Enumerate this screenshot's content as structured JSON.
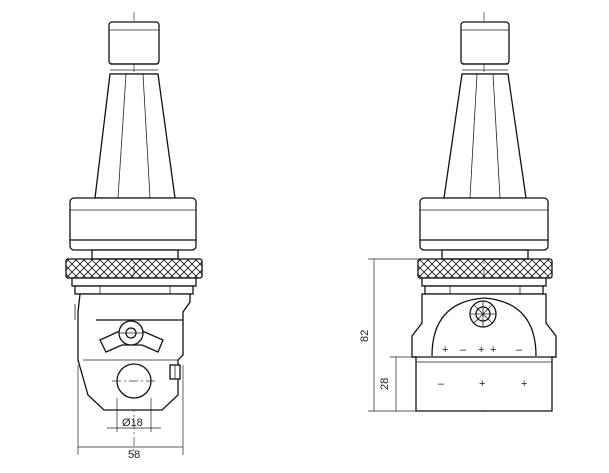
{
  "drawing": {
    "front_view": {
      "diameter_label": "Ø18",
      "width_label": "58"
    },
    "side_view": {
      "height_label": "82",
      "lower_height_label": "28",
      "marks_upper": [
        "+",
        "–",
        "+",
        "+",
        "–"
      ],
      "marks_lower": [
        "–",
        "+",
        "+"
      ]
    }
  }
}
